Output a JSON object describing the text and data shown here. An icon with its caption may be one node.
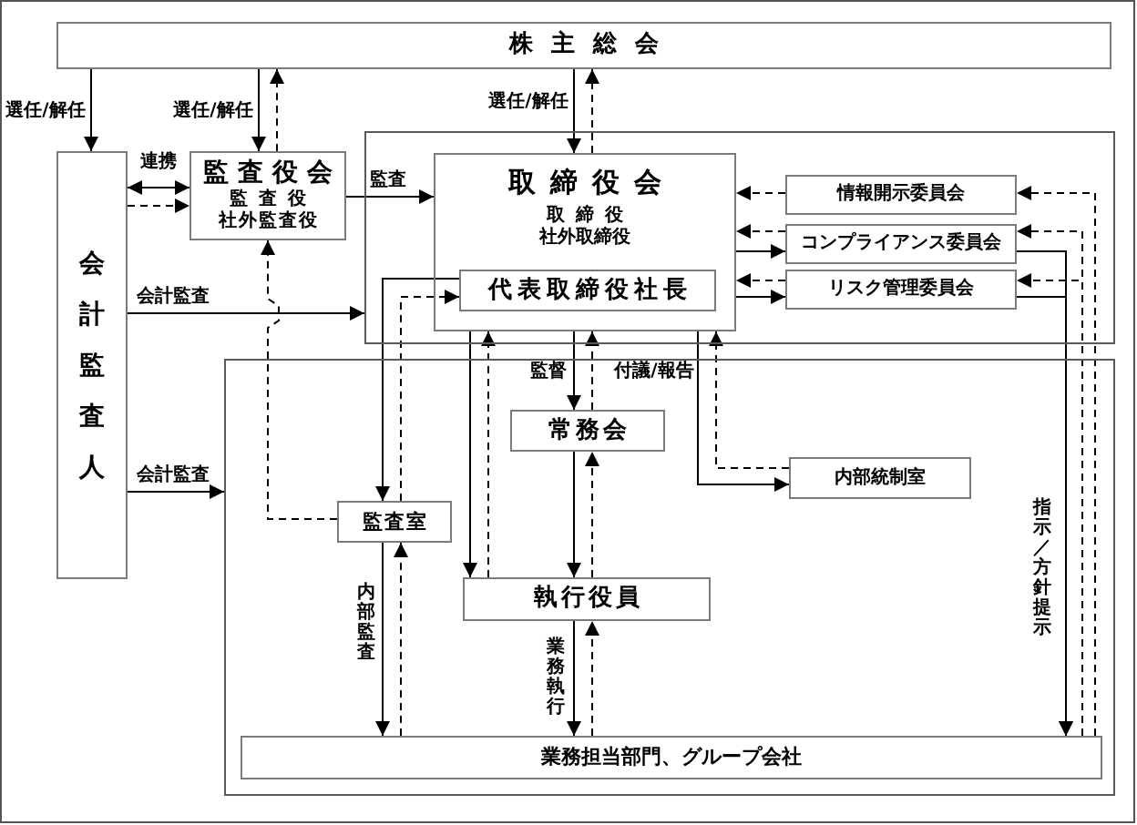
{
  "diagram": {
    "nodes": [
      {
        "text": [
          "株主総会"
        ]
      },
      {
        "text": [
          "会計監査人"
        ]
      },
      {
        "text": [
          "監査役会",
          "監査役",
          "社外監査役"
        ]
      },
      {
        "text": [],
        "shape": "box"
      },
      {
        "text": [
          "取締役会",
          "取締役",
          "社外取締役"
        ],
        "in": 3
      },
      {
        "text": [
          "代表取締役社長"
        ],
        "in": 4
      },
      {
        "text": [
          "情報開示委員会"
        ],
        "in": 3
      },
      {
        "text": [
          "コンプライアンス委員会"
        ],
        "in": 3
      },
      {
        "text": [
          "リスク管理委員会"
        ],
        "in": 3
      },
      {
        "text": [],
        "shape": "box"
      },
      {
        "text": [
          "常務会"
        ],
        "in": 9
      },
      {
        "text": [
          "内部統制室"
        ],
        "in": 9
      },
      {
        "text": [
          "監査室"
        ],
        "in": 9
      },
      {
        "text": [
          "執行役員"
        ],
        "in": 9
      },
      {
        "text": [
          "業務担当部門、グループ会社"
        ],
        "in": 9
      }
    ],
    "edges": [
      {
        "from": 0,
        "to": 1,
        "arrow": "to",
        "label": "選任/解任"
      },
      {
        "from": 0,
        "to": 2,
        "arrow": "to",
        "label": "選任/解任"
      },
      {
        "from": 2,
        "to": 0,
        "arrow": "to",
        "style": "dashed"
      },
      {
        "from": 0,
        "to": 4,
        "arrow": "to",
        "label": "選任/解任"
      },
      {
        "from": 4,
        "to": 0,
        "arrow": "to",
        "style": "dashed"
      },
      {
        "from": 1,
        "to": 2,
        "arrow": "both",
        "label": "連携"
      },
      {
        "from": 1,
        "to": 2,
        "arrow": "to",
        "style": "dashed"
      },
      {
        "from": 2,
        "to": 4,
        "arrow": "to",
        "label": "監査"
      },
      {
        "from": 1,
        "to": 3,
        "arrow": "to",
        "label": "会計監査"
      },
      {
        "from": 1,
        "to": 9,
        "arrow": "to",
        "label": "会計監査"
      },
      {
        "from": 12,
        "to": 2,
        "arrow": "to",
        "style": "dashed"
      },
      {
        "from": 5,
        "to": 12,
        "arrow": "to"
      },
      {
        "from": 12,
        "to": 5,
        "arrow": "to",
        "style": "dashed"
      },
      {
        "from": 4,
        "to": 10,
        "arrow": "to",
        "label": "監督"
      },
      {
        "from": 10,
        "to": 4,
        "arrow": "to",
        "style": "dashed",
        "label": "付議/報告"
      },
      {
        "from": 4,
        "to": 13,
        "arrow": "to"
      },
      {
        "from": 13,
        "to": 4,
        "arrow": "to",
        "style": "dashed"
      },
      {
        "from": 10,
        "to": 13,
        "arrow": "to"
      },
      {
        "from": 13,
        "to": 10,
        "arrow": "to",
        "style": "dashed"
      },
      {
        "from": 13,
        "to": 14,
        "arrow": "to",
        "label": "業務執行"
      },
      {
        "from": 14,
        "to": 13,
        "arrow": "to",
        "style": "dashed"
      },
      {
        "from": 12,
        "to": 14,
        "arrow": "to",
        "label": "内部監査"
      },
      {
        "from": 14,
        "to": 12,
        "arrow": "to",
        "style": "dashed"
      },
      {
        "from": 4,
        "to": 11,
        "arrow": "to"
      },
      {
        "from": 11,
        "to": 4,
        "arrow": "to",
        "style": "dashed"
      },
      {
        "from": 6,
        "to": 4,
        "arrow": "to",
        "style": "dashed"
      },
      {
        "from": 7,
        "to": 4,
        "arrow": "to",
        "style": "dashed"
      },
      {
        "from": 8,
        "to": 4,
        "arrow": "to",
        "style": "dashed"
      },
      {
        "from": 4,
        "to": 7,
        "arrow": "to"
      },
      {
        "from": 4,
        "to": 8,
        "arrow": "to"
      },
      {
        "from": 7,
        "to": 14,
        "arrow": "to",
        "label": "指示／方針提示"
      },
      {
        "from": 8,
        "to": 14,
        "arrow": "to"
      },
      {
        "from": 14,
        "to": 6,
        "arrow": "to",
        "style": "dashed"
      },
      {
        "from": 14,
        "to": 7,
        "arrow": "to",
        "style": "dashed"
      },
      {
        "from": 14,
        "to": 8,
        "arrow": "to",
        "style": "dashed"
      }
    ]
  }
}
